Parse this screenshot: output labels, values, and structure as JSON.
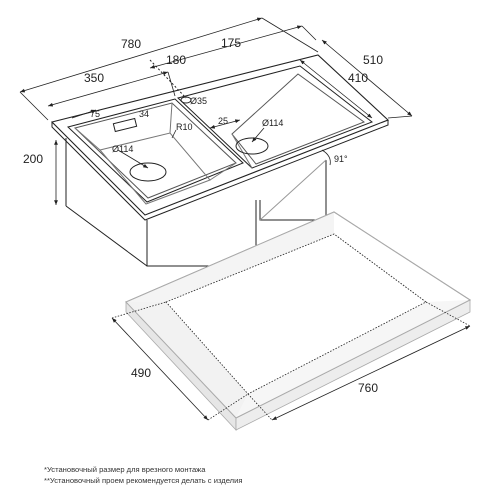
{
  "sink": {
    "overall_width": "780",
    "left_bowl_width": "350",
    "right_bowl_width": "410",
    "bowl_offset_left": "180",
    "bowl_offset_right": "175",
    "depth": "510",
    "height": "200",
    "corner_distance_75": "75",
    "overflow_34": "34",
    "tap_hole": "Ø35",
    "corner_radius": "R10",
    "gap_25": "25",
    "drain_left": "Ø114",
    "drain_right": "Ø114",
    "angle": "91°"
  },
  "cutout": {
    "width": "760",
    "depth": "490"
  },
  "notes": [
    "*Установочный размер для врезного монтажа",
    "**Установочный проем рекомендуется делать с изделия"
  ]
}
